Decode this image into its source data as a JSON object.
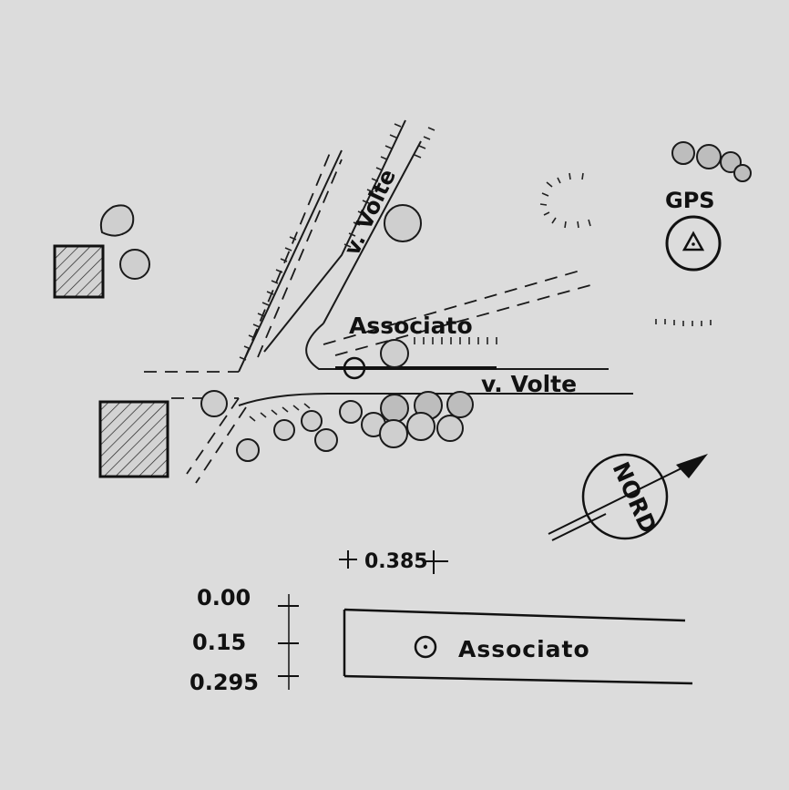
{
  "street_labels": {
    "north_street": "v. Volte",
    "east_street": "v. Volte"
  },
  "point_label": "Associato",
  "gps_label": "GPS",
  "north_arrow_label": "NORD",
  "scale": {
    "horizontal_value": "0.385",
    "vertical_values": [
      "0.00",
      "0.15",
      "0.295"
    ]
  },
  "legend": {
    "item_label": "Associato",
    "item_icon": "circle-dot-icon"
  },
  "colors": {
    "background": "#dcdcdc",
    "ink": "#1a1a1a"
  }
}
